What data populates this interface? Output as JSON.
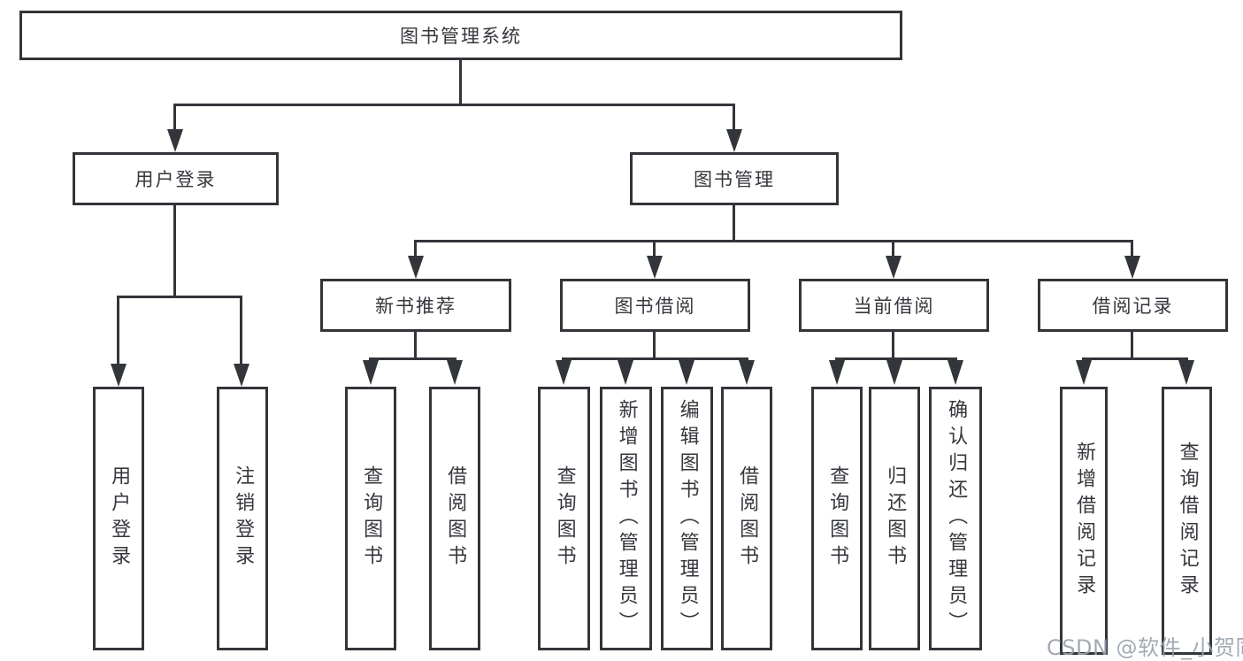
{
  "diagram": {
    "root": {
      "label": "图书管理系统"
    },
    "children": [
      {
        "label": "用户登录",
        "children": [
          {
            "label": "用户登录"
          },
          {
            "label": "注销登录"
          }
        ]
      },
      {
        "label": "图书管理",
        "children": [
          {
            "label": "新书推荐",
            "children": [
              {
                "label": "查询图书"
              },
              {
                "label": "借阅图书"
              }
            ]
          },
          {
            "label": "图书借阅",
            "children": [
              {
                "label": "查询图书"
              },
              {
                "label": "新增图书（管理员）"
              },
              {
                "label": "编辑图书（管理员）"
              },
              {
                "label": "借阅图书"
              }
            ]
          },
          {
            "label": "当前借阅",
            "children": [
              {
                "label": "查询图书"
              },
              {
                "label": "归还图书"
              },
              {
                "label": "确认归还（管理员）"
              }
            ]
          },
          {
            "label": "借阅记录",
            "children": [
              {
                "label": "新增借阅记录"
              },
              {
                "label": "查询借阅记录"
              }
            ]
          }
        ]
      }
    ]
  },
  "watermark": {
    "text": "CSDN @软件_小贺同学"
  },
  "colors": {
    "line": "#323539",
    "text": "#34373c",
    "watermark": "#9aa1ab",
    "background": "#ffffff"
  }
}
